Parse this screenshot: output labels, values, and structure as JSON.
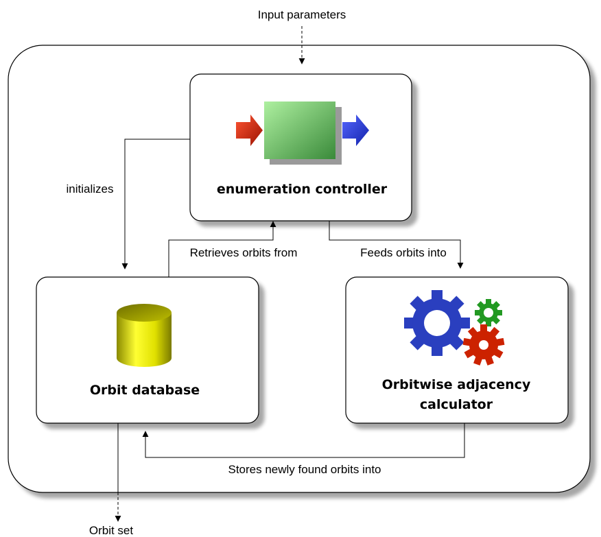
{
  "diagram": {
    "input_label": "Input parameters",
    "output_label": "Orbit set",
    "nodes": {
      "controller": {
        "title": "enumeration controller"
      },
      "database": {
        "title": "Orbit database"
      },
      "calculator": {
        "title_line1": "Orbitwise adjacency",
        "title_line2": "calculator"
      }
    },
    "edges": {
      "initializes": "initializes",
      "retrieves": "Retrieves orbits from",
      "feeds": "Feeds orbits into",
      "stores": "Stores newly found orbits into"
    },
    "icons": {
      "controller": "process-box-icon",
      "database": "database-cylinder-icon",
      "calculator": "gears-icon"
    },
    "colors": {
      "input_arrow": "#cc2200",
      "output_arrow": "#2233cc",
      "process_box": "#66cc66",
      "cylinder": "#e8e800",
      "big_gear": "#2a3fbf",
      "small_gear": "#229922",
      "red_gear": "#cc2200"
    }
  }
}
